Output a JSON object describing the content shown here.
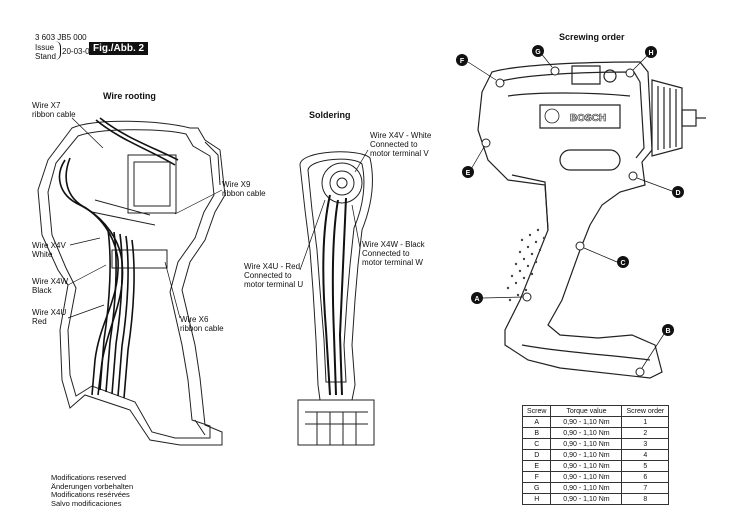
{
  "header": {
    "doc_number": "3 603 JB5 000",
    "issue_label_1": "Issue",
    "issue_label_2": "Stand",
    "date": "20-03-01",
    "fig_label": "Fig./Abb. 2"
  },
  "wire_rooting": {
    "title": "Wire rooting",
    "labels": {
      "x7": "Wire X7\nribbon cable",
      "x9": "Wire X9\nribbon cable",
      "x4v": "Wire X4V\nWhite",
      "x4w": "Wire X4W\nBlack",
      "x4u": "Wire X4U\nRed",
      "x6": "Wire X6\nribbon cable"
    }
  },
  "soldering": {
    "title": "Soldering",
    "labels": {
      "x4v": "Wire X4V - White\nConnected to\nmotor terminal V",
      "x4w": "Wire X4W - Black\nConnected to\nmotor terminal W",
      "x4u": "Wire X4U - Red\nConnected to\nmotor terminal U"
    }
  },
  "screwing_order": {
    "title": "Screwing order",
    "brand": "BOSCH",
    "markers": [
      "A",
      "B",
      "C",
      "D",
      "E",
      "F",
      "G",
      "H"
    ]
  },
  "torque_table": {
    "headers": [
      "Screw",
      "Torque value",
      "Screw order"
    ],
    "rows": [
      [
        "A",
        "0,90 - 1,10 Nm",
        "1"
      ],
      [
        "B",
        "0,90 - 1,10 Nm",
        "2"
      ],
      [
        "C",
        "0,90 - 1,10 Nm",
        "3"
      ],
      [
        "D",
        "0,90 - 1,10 Nm",
        "4"
      ],
      [
        "E",
        "0,90 - 1,10 Nm",
        "5"
      ],
      [
        "F",
        "0,90 - 1,10 Nm",
        "6"
      ],
      [
        "G",
        "0,90 - 1,10 Nm",
        "7"
      ],
      [
        "H",
        "0,90 - 1,10 Nm",
        "8"
      ]
    ]
  },
  "footer": {
    "lines": [
      "Modifications reserved",
      "Änderungen vorbehalten",
      "Modifications resérvées",
      "Salvo modificaciones"
    ]
  }
}
